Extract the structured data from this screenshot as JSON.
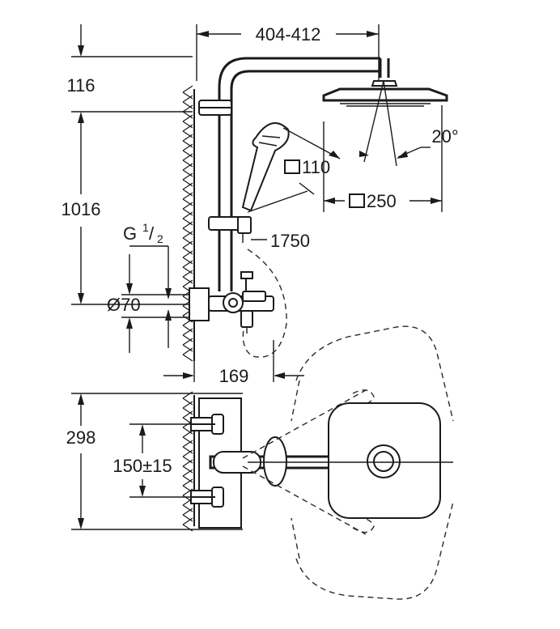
{
  "diagram": {
    "type": "shower-system-dimension-drawing",
    "colors": {
      "line": "#1a1a1a",
      "background": "#ffffff"
    },
    "dimensions": {
      "head_reach": "404-412",
      "top_offset": "116",
      "rail_height": "1016",
      "thread_G": "G",
      "thread_num": "1",
      "thread_den": "2",
      "diameter": "Ø70",
      "handshower_size": "110",
      "head_size": "250",
      "angle": "20°",
      "hose_length": "1750",
      "projection": "169",
      "mixer_height": "298",
      "center_distance": "150±15"
    }
  }
}
